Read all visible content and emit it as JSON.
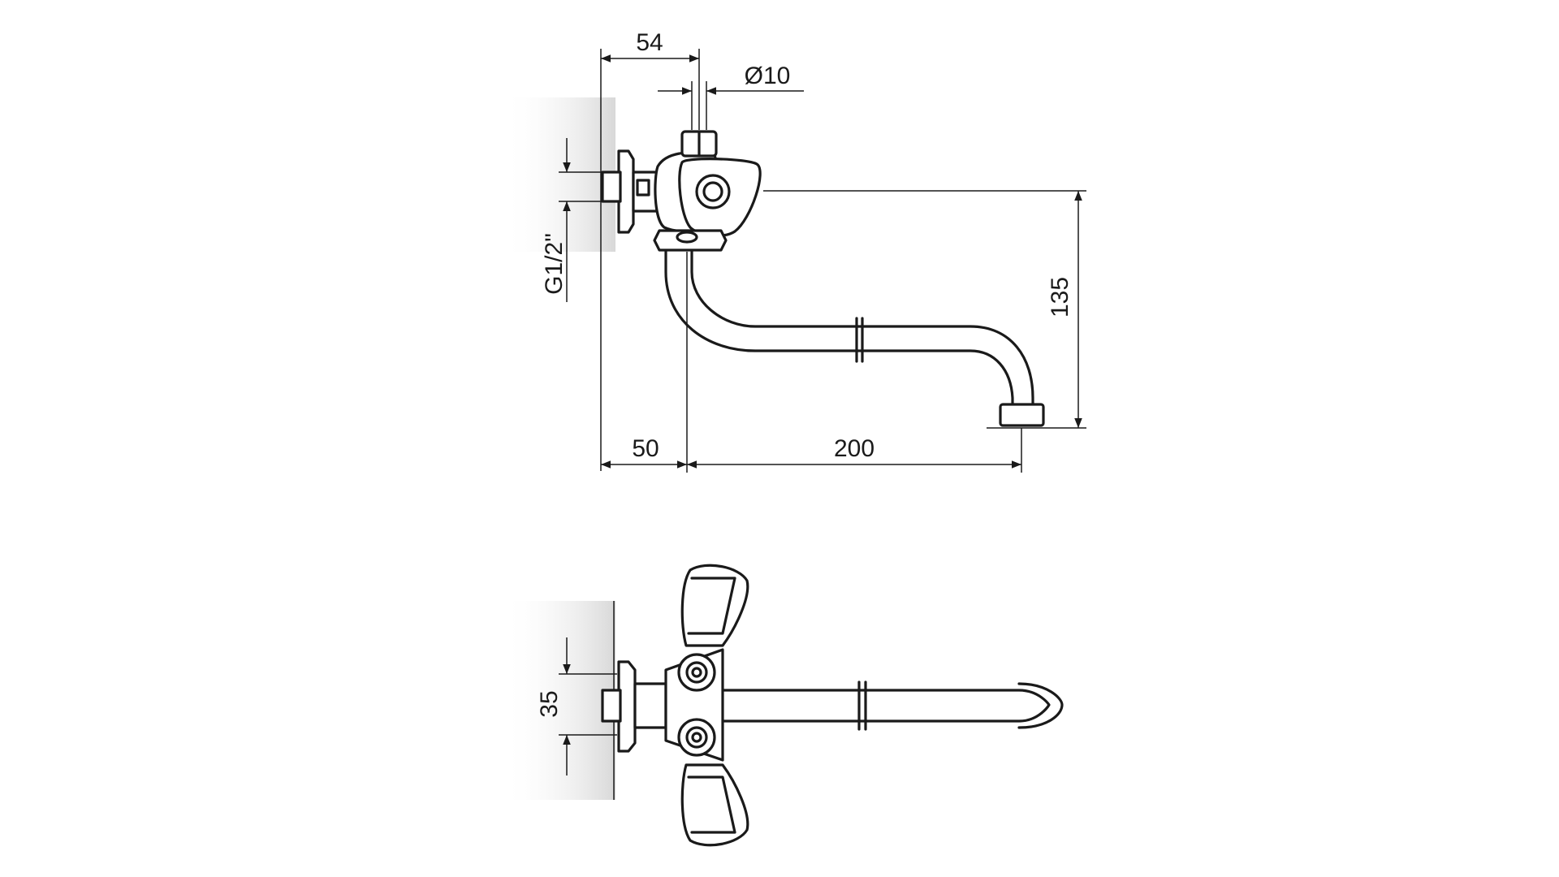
{
  "drawing": {
    "line_color": "#1a1a1a",
    "wall_shade_color": "#d6d6d6",
    "side_view": {
      "dimensions": {
        "top_overall": "54",
        "outlet_diameter": "Ø10",
        "thread": "G1/2\"",
        "spout_drop": "135",
        "wall_offset": "50",
        "spout_reach": "200"
      }
    },
    "top_view": {
      "dimensions": {
        "inlet_spacing": "35"
      }
    }
  }
}
